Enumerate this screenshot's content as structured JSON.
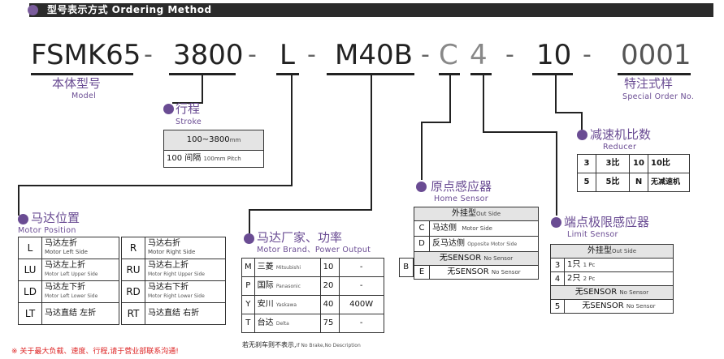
{
  "header": {
    "title": "型号表示方式 Ordering Method"
  },
  "code": {
    "model": "FSMK65",
    "stroke": "3800",
    "position": "L",
    "motor": "M40B",
    "home": "C",
    "limit": "4",
    "reducer": "10",
    "special": "0001",
    "dash": "-"
  },
  "model_label": {
    "cn": "本体型号",
    "en": "Model"
  },
  "special_label": {
    "cn": "特注式样",
    "en": "Special Order No."
  },
  "stroke": {
    "title": "行程",
    "en": "Stroke",
    "rows": [
      {
        "value": "100~3800",
        "unit": "mm"
      },
      {
        "value": "100 间隔",
        "unit": "100mm Pitch"
      }
    ]
  },
  "reducer": {
    "title": "减速机比数",
    "en": "Reducer",
    "rows": [
      [
        "3",
        "3比",
        "10",
        "10比"
      ],
      [
        "5",
        "5比",
        "N",
        "无减速机"
      ]
    ]
  },
  "home": {
    "title": "原点感应器",
    "en": "Home Sensor",
    "head_cn": "外挂型",
    "head_en": "Out Side",
    "rows": [
      {
        "code": "C",
        "cn": "马达侧",
        "en": "Motor Side"
      },
      {
        "code": "D",
        "cn": "反马达侧",
        "en": "Opposite Motor Side"
      }
    ],
    "none_cn": "无SENSOR",
    "none_en": "No Sensor",
    "e_code": "E",
    "e_cn": "无SENSOR",
    "e_en": "No Sensor"
  },
  "limit": {
    "title": "端点极限感应器",
    "en": "Limit Sensor",
    "head_cn": "外挂型",
    "head_en": "Out Side",
    "rows": [
      {
        "code": "3",
        "cn": "1只",
        "en": "1 Pc"
      },
      {
        "code": "4",
        "cn": "2只",
        "en": "2 Pc"
      }
    ],
    "none_cn": "无SENSOR",
    "none_en": "No Sensor",
    "n_code": "5",
    "n_cn": "无SENSOR",
    "n_en": "No Sensor"
  },
  "position": {
    "title": "马达位置",
    "en": "Motor Position",
    "rows": [
      {
        "lcode": "L",
        "lcn": "马达左折",
        "len": "Motor Left Side",
        "rcode": "R",
        "rcn": "马达右折",
        "ren": "Motor Right Side"
      },
      {
        "lcode": "LU",
        "lcn": "马达左上折",
        "len": "Motor Left Upper Side",
        "rcode": "RU",
        "rcn": "马达右上折",
        "ren": "Motor Right Upper Side"
      },
      {
        "lcode": "LD",
        "lcn": "马达左下折",
        "len": "Motor Left Lower Side",
        "rcode": "RD",
        "rcn": "马达右下折",
        "ren": "Motor Right Lower Side"
      },
      {
        "lcode": "LT",
        "lcn": "马达直结 左折",
        "len": "",
        "rcode": "RT",
        "rcn": "马达直结 右折",
        "ren": ""
      }
    ]
  },
  "motor": {
    "title": "马达厂家、功率",
    "en": "Motor Brand、Power Output",
    "rows": [
      {
        "code": "M",
        "brand": "三菱",
        "brand_en": "Mitsubishi",
        "power": "10",
        "out": "-"
      },
      {
        "code": "P",
        "brand": "国际",
        "brand_en": "Panasonic",
        "power": "20",
        "out": "-"
      },
      {
        "code": "Y",
        "brand": "安川",
        "brand_en": "Yaskawa",
        "power": "40",
        "out": "400W"
      },
      {
        "code": "T",
        "brand": "台达",
        "brand_en": "Delta",
        "power": "75",
        "out": "-"
      }
    ],
    "brake": "B",
    "note_cn": "若无刹车则不表示,",
    "note_en": "If No Brake,No Description"
  },
  "footnote": "※ 关于最大负载、速度、行程,请于营业部联系沟通!"
}
